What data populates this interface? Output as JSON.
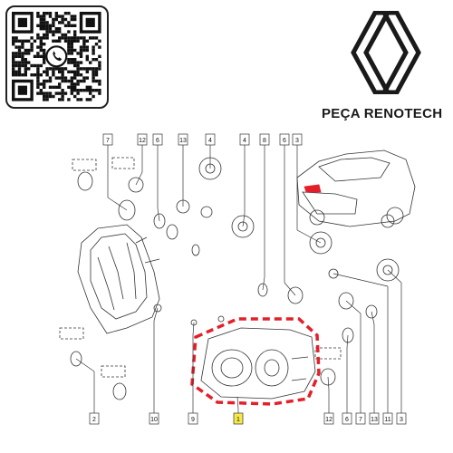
{
  "brand": {
    "name": "PEÇA RENOTECH",
    "logo_icon": "renault-diamond-logo",
    "qr_icon": "whatsapp-qr-code"
  },
  "diagram": {
    "top_callouts": [
      "7",
      "12",
      "6",
      "13",
      "4",
      "4",
      "8",
      "6",
      "3"
    ],
    "bottom_callouts": [
      "2",
      "10",
      "9",
      "1",
      "12",
      "6",
      "7",
      "13",
      "11",
      "3"
    ],
    "highlighted_part": "1",
    "highlight_color": "#e3202a",
    "part1_label_color": "#f5e94a"
  }
}
